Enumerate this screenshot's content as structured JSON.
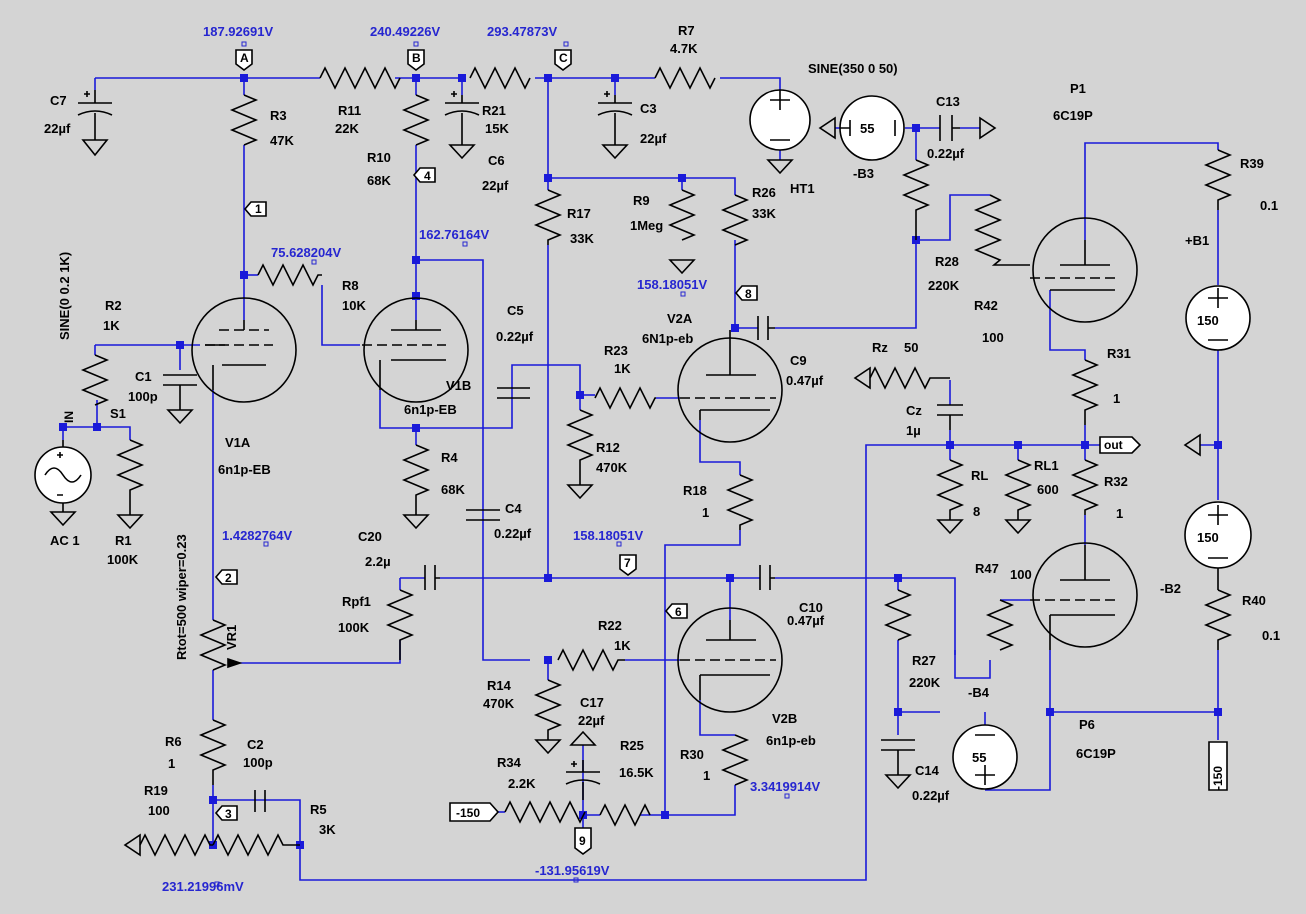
{
  "voltages": {
    "A": "187.92691V",
    "B": "240.49226V",
    "C": "293.47873V",
    "n1": "75.628204V",
    "n4": "162.76164V",
    "n8": "158.18051V",
    "n2": "1.4282764V",
    "n7": "158.18051V",
    "n5": "3.3419914V",
    "n9": "-131.95619V",
    "n3": "231.21996mV"
  },
  "flags": {
    "A": "A",
    "B": "B",
    "C": "C",
    "n1": "1",
    "n2": "2",
    "n3": "3",
    "n4": "4",
    "n6": "6",
    "n7": "7",
    "n8": "8",
    "n9": "9",
    "in": "IN",
    "out": "out",
    "neg150": "-150",
    "neg150b": "-150"
  },
  "components": {
    "C7": {
      "name": "C7",
      "value": "22µf"
    },
    "R3": {
      "name": "R3",
      "value": "47K"
    },
    "R11": {
      "name": "R11",
      "value": "22K"
    },
    "R10": {
      "name": "R10",
      "value": "68K"
    },
    "R21": {
      "name": "R21",
      "value": "15K"
    },
    "C6": {
      "name": "C6",
      "value": "22µf"
    },
    "C3": {
      "name": "C3",
      "value": "22µf"
    },
    "R7": {
      "name": "R7",
      "value": "4.7K"
    },
    "HT1": {
      "name": "HT1",
      "value": "SINE(350 0 50)"
    },
    "B3": {
      "name": "-B3",
      "value": "55"
    },
    "C13": {
      "name": "C13",
      "value": "0.22µf"
    },
    "P1": {
      "name": "P1",
      "value": "6C19P"
    },
    "R39": {
      "name": "R39",
      "value": "0.1"
    },
    "B1": {
      "name": "+B1",
      "value": "150"
    },
    "R9": {
      "name": "R9",
      "value": "1Meg"
    },
    "R26": {
      "name": "R26",
      "value": "33K"
    },
    "R17": {
      "name": "R17",
      "value": "33K"
    },
    "R28": {
      "name": "R28",
      "value": "220K"
    },
    "R42": {
      "name": "R42",
      "value": "100"
    },
    "R8": {
      "name": "R8",
      "value": "10K"
    },
    "R2": {
      "name": "R2",
      "value": "1K"
    },
    "IN_SRC": {
      "name": "SINE(0 0.2 1K)",
      "value": "AC 1"
    },
    "C1": {
      "name": "C1",
      "value": "100p"
    },
    "S1": {
      "name": "S1",
      "value": ""
    },
    "R1": {
      "name": "R1",
      "value": "100K"
    },
    "V1A": {
      "name": "V1A",
      "value": "6n1p-EB"
    },
    "V1B": {
      "name": "V1B",
      "value": "6n1p-EB"
    },
    "C5": {
      "name": "C5",
      "value": "0.22µf"
    },
    "V2A": {
      "name": "V2A",
      "value": "6N1p-eb"
    },
    "R23": {
      "name": "R23",
      "value": "1K"
    },
    "C9": {
      "name": "C9",
      "value": "0.47µf"
    },
    "Rz": {
      "name": "Rz",
      "value": "50"
    },
    "Cz": {
      "name": "Cz",
      "value": "1µ"
    },
    "R31": {
      "name": "R31",
      "value": "1"
    },
    "R12": {
      "name": "R12",
      "value": "470K"
    },
    "R4": {
      "name": "R4",
      "value": "68K"
    },
    "RL": {
      "name": "RL",
      "value": "8"
    },
    "RL1": {
      "name": "RL1",
      "value": "600"
    },
    "R32": {
      "name": "R32",
      "value": "1"
    },
    "R18": {
      "name": "R18",
      "value": "1"
    },
    "C4": {
      "name": "C4",
      "value": "0.22µf"
    },
    "C20": {
      "name": "C20",
      "value": "2.2µ"
    },
    "R47": {
      "name": "R47",
      "value": "100"
    },
    "B2": {
      "name": "-B2",
      "value": "150"
    },
    "VR1": {
      "name": "VR1",
      "value": "Rtot=500 wiper=0.23"
    },
    "Rpf1": {
      "name": "Rpf1",
      "value": "100K"
    },
    "C10": {
      "name": "C10",
      "value": "0.47µf"
    },
    "R40": {
      "name": "R40",
      "value": "0.1"
    },
    "R22": {
      "name": "R22",
      "value": "1K"
    },
    "R27": {
      "name": "R27",
      "value": "220K"
    },
    "B4": {
      "name": "-B4",
      "value": "55"
    },
    "R14": {
      "name": "R14",
      "value": "470K"
    },
    "C17": {
      "name": "C17",
      "value": "22µf"
    },
    "V2B": {
      "name": "V2B",
      "value": "6n1p-eb"
    },
    "R6": {
      "name": "R6",
      "value": "1"
    },
    "C2": {
      "name": "C2",
      "value": "100p"
    },
    "R25": {
      "name": "R25",
      "value": "16.5K"
    },
    "R30": {
      "name": "R30",
      "value": "1"
    },
    "P6": {
      "name": "P6",
      "value": "6C19P"
    },
    "C14": {
      "name": "C14",
      "value": "0.22µf"
    },
    "R19": {
      "name": "R19",
      "value": "100"
    },
    "R34": {
      "name": "R34",
      "value": "2.2K"
    },
    "R5": {
      "name": "R5",
      "value": "3K"
    }
  },
  "colors": {
    "wire": "#1a1ad9",
    "component": "#000000",
    "background": "#d4d4d4",
    "voltage_text": "#2626d0"
  }
}
